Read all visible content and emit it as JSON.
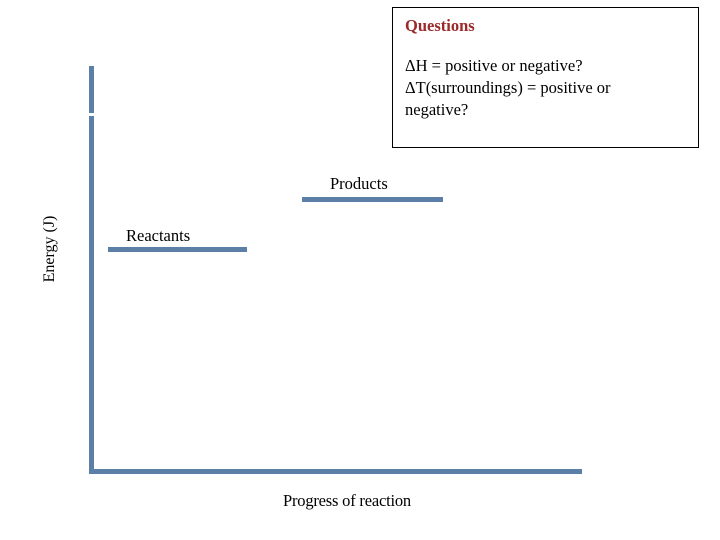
{
  "slide": {
    "background_color": "#ffffff",
    "accent_color": "#5b7fa6",
    "title_color": "#9c2a2a",
    "text_color": "#000000"
  },
  "chart_data": {
    "type": "diagram",
    "subtype": "energy-level-diagram",
    "title": "",
    "xlabel": "Progress of reaction",
    "ylabel": "Energy (J)",
    "grid": false,
    "legend": "none",
    "axis_color": "#5b7fa6",
    "levels": [
      {
        "name": "Products",
        "label": "Products",
        "relative_energy": "higher",
        "line_color": "#5b7fa6"
      },
      {
        "name": "Reactants",
        "label": "Reactants",
        "relative_energy": "lower",
        "line_color": "#5b7fa6"
      }
    ]
  },
  "axes": {
    "y_label": "Energy (J)",
    "x_label": "Progress of reaction"
  },
  "levels": {
    "products_label": "Products",
    "reactants_label": "Reactants"
  },
  "questions_box": {
    "title": "Questions",
    "line1": "ΔH = positive or negative?",
    "line2": "ΔT(surroundings) = positive or",
    "line3": "negative?"
  }
}
